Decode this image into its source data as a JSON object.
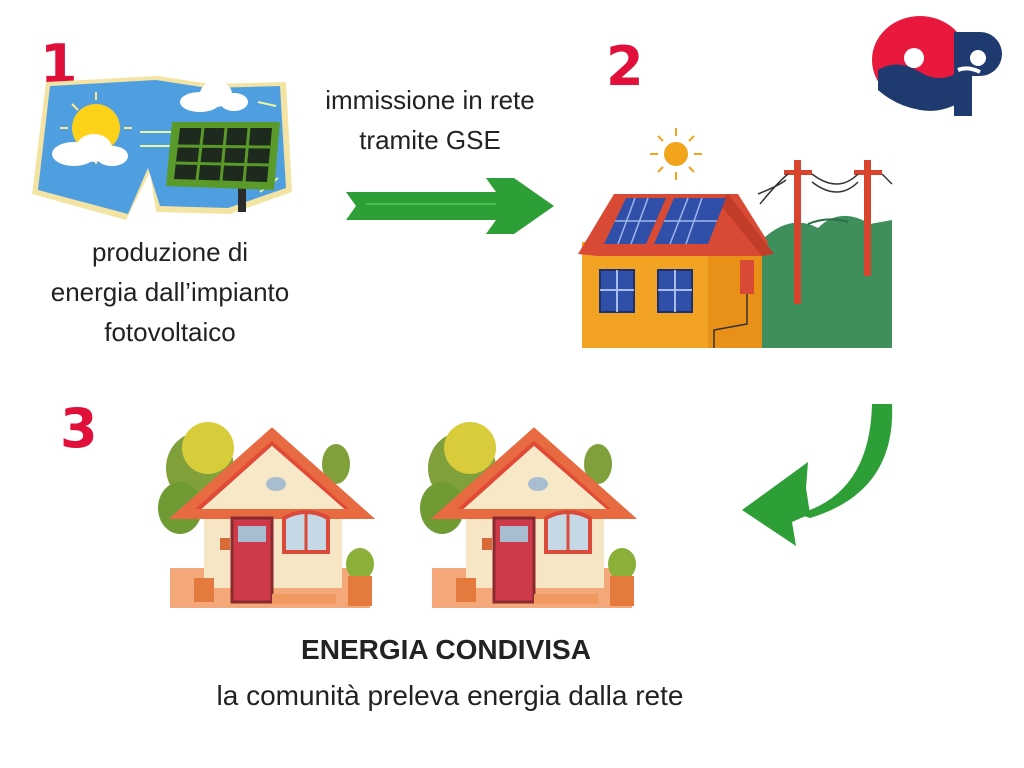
{
  "steps": {
    "one": {
      "number": "1",
      "caption": [
        "produzione di",
        "energia dall’impianto",
        "fotovoltaico"
      ]
    },
    "transfer": {
      "caption": [
        "immissione in rete",
        "tramite GSE"
      ]
    },
    "two": {
      "number": "2"
    },
    "three": {
      "number": "3",
      "title": "ENERGIA CONDIVISA",
      "subtitle": "la comunità preleva energia dalla rete"
    }
  },
  "logo": {
    "text": "OP"
  },
  "colors": {
    "step_number": "#e0103b",
    "arrow": "#2e9e36",
    "logo_red": "#e8193c",
    "logo_navy": "#1e3a6e"
  },
  "icons": [
    "solar-panel-icon",
    "sun-icon",
    "cloud-icon",
    "house-icon",
    "power-pole-icon",
    "arrow-right-icon",
    "curved-arrow-icon"
  ]
}
